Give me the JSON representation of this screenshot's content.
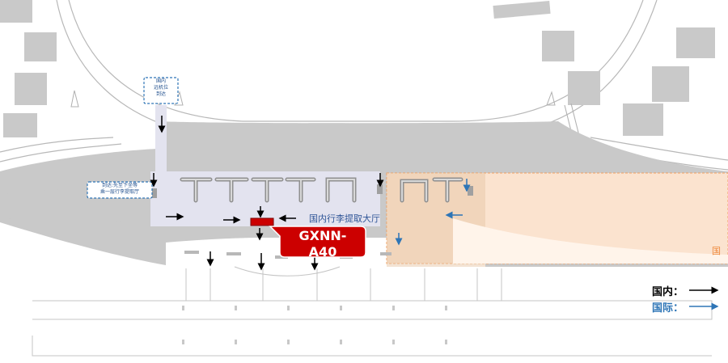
{
  "callout": {
    "line1": "GXNN-",
    "line2": "A40"
  },
  "labels": {
    "domestic_hall": "国内行李提取大厅",
    "international_partial": "国",
    "note_top": [
      "国内",
      "远机位",
      "到达"
    ],
    "note_left": [
      "到达:先至下坐等",
      "乘一层行李提取厅"
    ]
  },
  "legend": {
    "domestic": {
      "label": "国内：",
      "color": "#000000"
    },
    "international": {
      "label": "国际：",
      "color": "#2e75b6"
    }
  },
  "colors": {
    "terminal_gray": "#c9c9c9",
    "hall_lavender": "#e3e3ef",
    "international_zone": "#fbe3cf",
    "marker_red": "#cc0000",
    "hall_text": "#2f5597",
    "note_text": "#1f4e8c"
  }
}
